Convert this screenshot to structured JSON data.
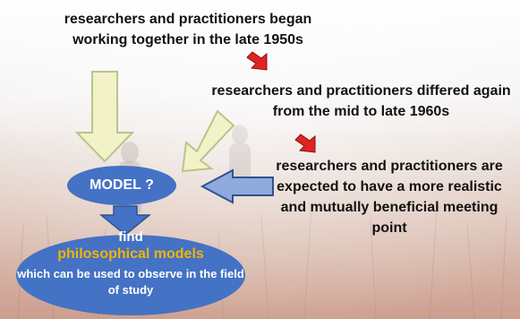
{
  "texts": {
    "began": "researchers and practitioners began working together in the late 1950s",
    "differed": "researchers and practitioners differed again from the mid to late 1960s",
    "expected": "researchers and practitioners are expected to have a more realistic and mutually beneficial meeting point"
  },
  "model": {
    "label": "MODEL ?"
  },
  "find": {
    "heading": "find",
    "highlight": "philosophical models",
    "description": "which can be used to observe in the field of study"
  },
  "colors": {
    "ellipse_fill": "#4472c4",
    "highlight_text": "#f4b400",
    "outline_arrow_fill": "#f2f2c8",
    "small_arrow": "#e02424",
    "body_text": "#111111"
  },
  "icons": [
    "down-outline-arrow",
    "diagonal-outline-arrow",
    "left-blue-arrow",
    "down-blue-arrow",
    "red-small-arrow"
  ]
}
